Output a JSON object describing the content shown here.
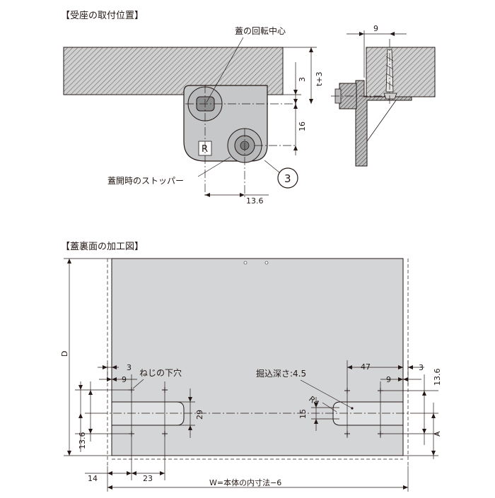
{
  "section_top": {
    "heading": "【受座の取付位置】",
    "label_lid_center": "蓋の回転中心",
    "label_stopper": "蓋開時のストッパー",
    "mark_R": "R",
    "callout_number": "3",
    "dims": {
      "d_3": "3",
      "d_t3": "t+3",
      "d_16": "16",
      "d_136": "13.6",
      "d_9": "9"
    }
  },
  "section_bottom": {
    "heading": "【蓋裏面の加工図】",
    "label_screw_hole": "ねじの下穴",
    "label_depth": "掘込深さ:4.5",
    "label_r4": "R4",
    "dims": {
      "d_D": "D",
      "d_3_left": "3",
      "d_9_left": "9",
      "d_29": "29",
      "d_136_left": "13.6",
      "d_14": "14",
      "d_23": "23",
      "d_W": "W=本体の内寸法−6",
      "d_47": "47",
      "d_3_right": "3",
      "d_136_right": "13.6",
      "d_9_right": "9",
      "d_15": "15",
      "d_A": "A"
    }
  },
  "colors": {
    "ink": "#231815",
    "part_gray": "#c8c9ca",
    "board_gray": "#dcdddd",
    "hatch": "#5a5a5a"
  }
}
